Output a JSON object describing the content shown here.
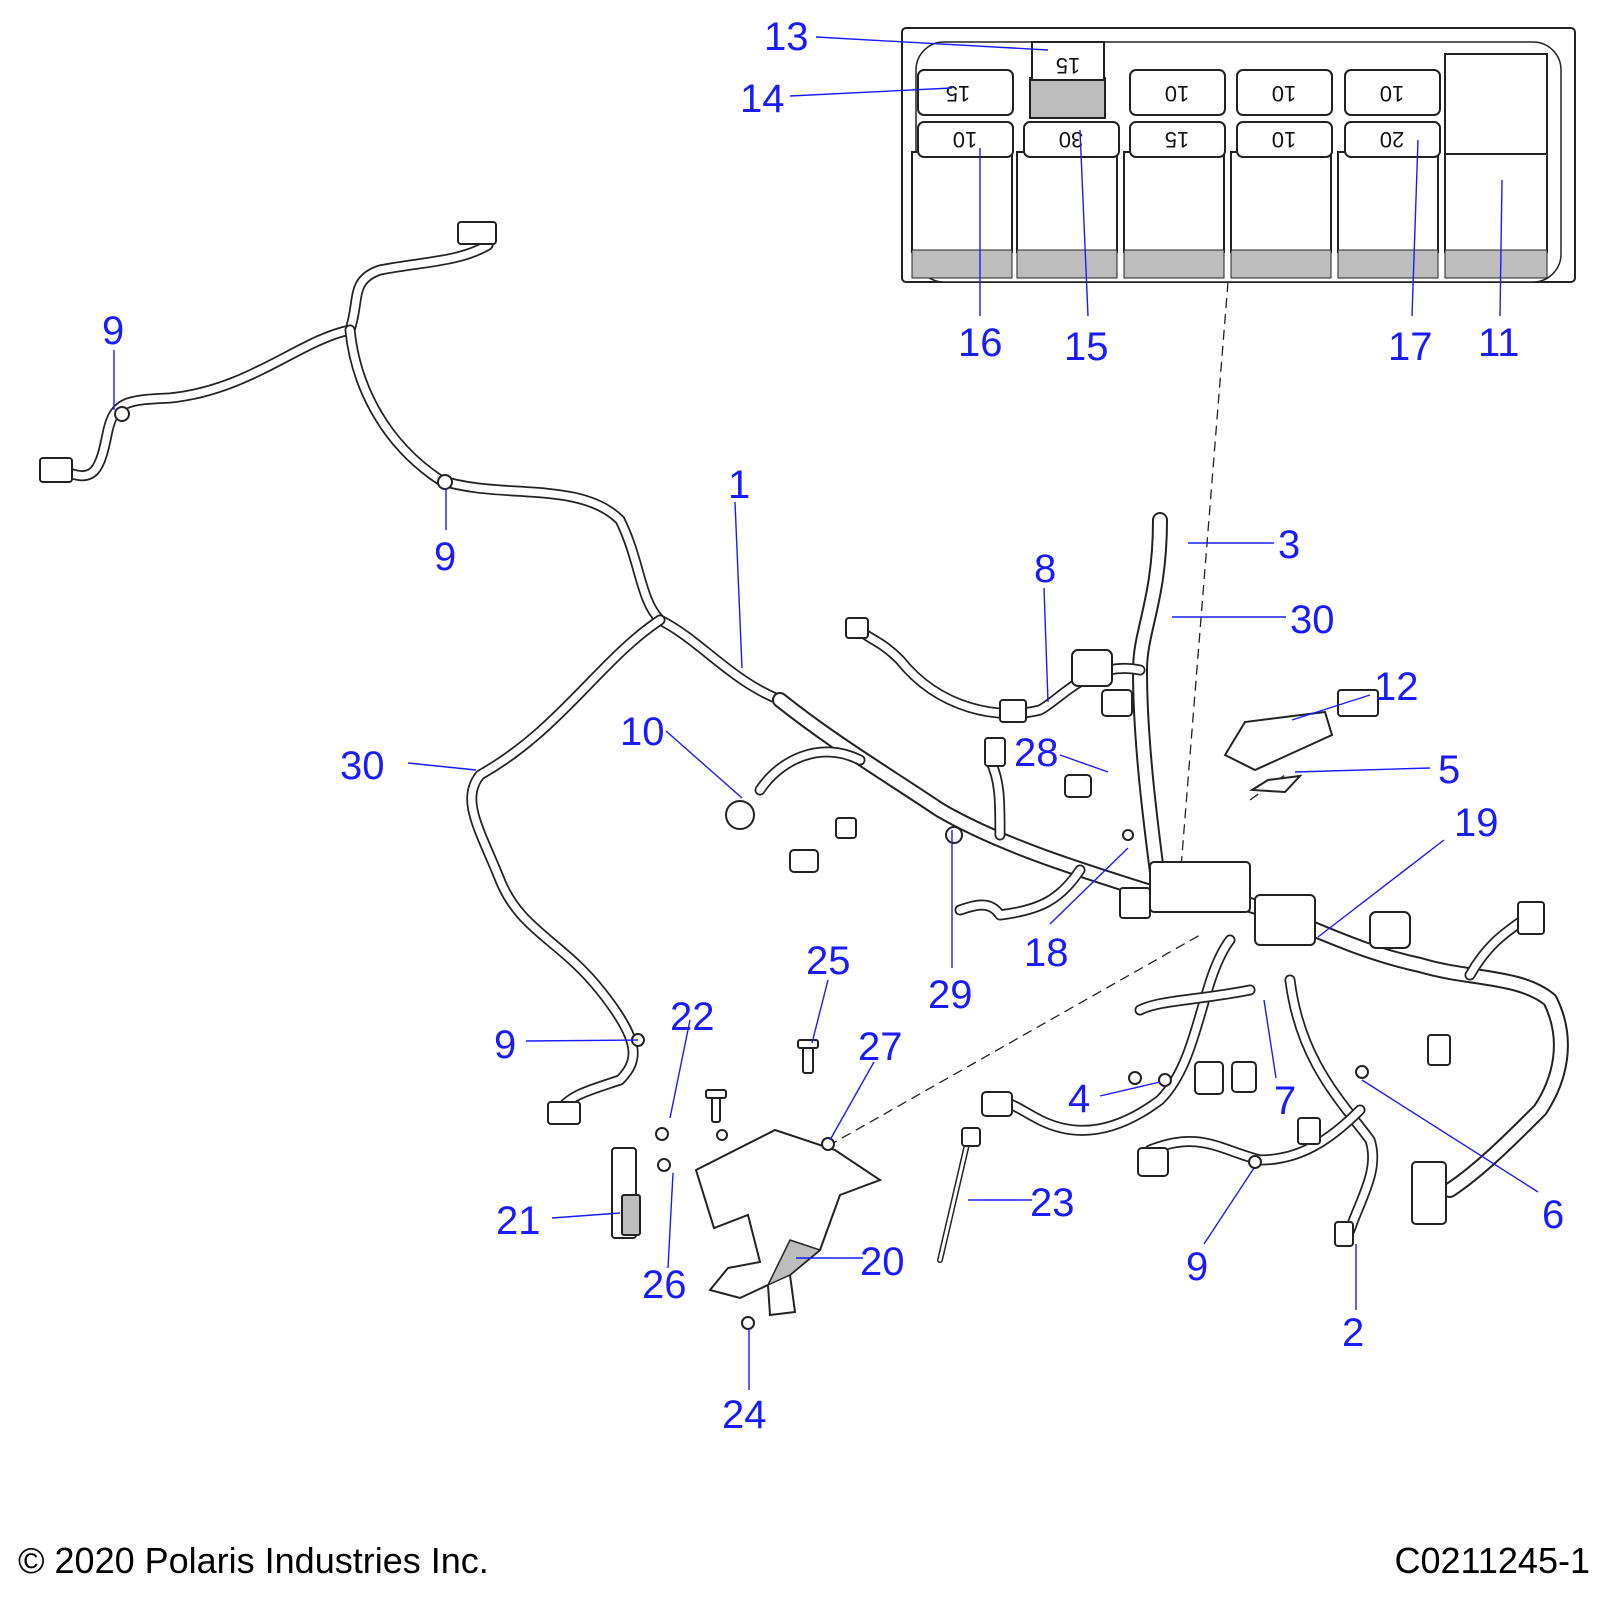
{
  "callouts": [
    {
      "id": "c13",
      "label": "13"
    },
    {
      "id": "c14",
      "label": "14"
    },
    {
      "id": "c16",
      "label": "16"
    },
    {
      "id": "c15a",
      "label": "15"
    },
    {
      "id": "c17",
      "label": "17"
    },
    {
      "id": "c11",
      "label": "11"
    },
    {
      "id": "c9a",
      "label": "9"
    },
    {
      "id": "c9b",
      "label": "9"
    },
    {
      "id": "c1",
      "label": "1"
    },
    {
      "id": "c3",
      "label": "3"
    },
    {
      "id": "c8",
      "label": "8"
    },
    {
      "id": "c30a",
      "label": "30"
    },
    {
      "id": "c12",
      "label": "12"
    },
    {
      "id": "c10",
      "label": "10"
    },
    {
      "id": "c28",
      "label": "28"
    },
    {
      "id": "c5",
      "label": "5"
    },
    {
      "id": "c30b",
      "label": "30"
    },
    {
      "id": "c19",
      "label": "19"
    },
    {
      "id": "c18",
      "label": "18"
    },
    {
      "id": "c29",
      "label": "29"
    },
    {
      "id": "c25",
      "label": "25"
    },
    {
      "id": "c22",
      "label": "22"
    },
    {
      "id": "c27",
      "label": "27"
    },
    {
      "id": "c9c",
      "label": "9"
    },
    {
      "id": "c4",
      "label": "4"
    },
    {
      "id": "c7",
      "label": "7"
    },
    {
      "id": "c23",
      "label": "23"
    },
    {
      "id": "c21",
      "label": "21"
    },
    {
      "id": "c6",
      "label": "6"
    },
    {
      "id": "c20",
      "label": "20"
    },
    {
      "id": "c26",
      "label": "26"
    },
    {
      "id": "c9d",
      "label": "9"
    },
    {
      "id": "c2",
      "label": "2"
    },
    {
      "id": "c24",
      "label": "24"
    }
  ],
  "fuse_box": {
    "top_row": [
      "15",
      "15",
      "10",
      "10",
      "10"
    ],
    "bottom_row": [
      "10",
      "30",
      "15",
      "10",
      "20"
    ]
  },
  "footer": {
    "copyright": "© 2020 Polaris Industries Inc.",
    "drawing_number": "C0211245-1"
  },
  "colors": {
    "callout": "#1a1aff",
    "line": "#222222"
  }
}
